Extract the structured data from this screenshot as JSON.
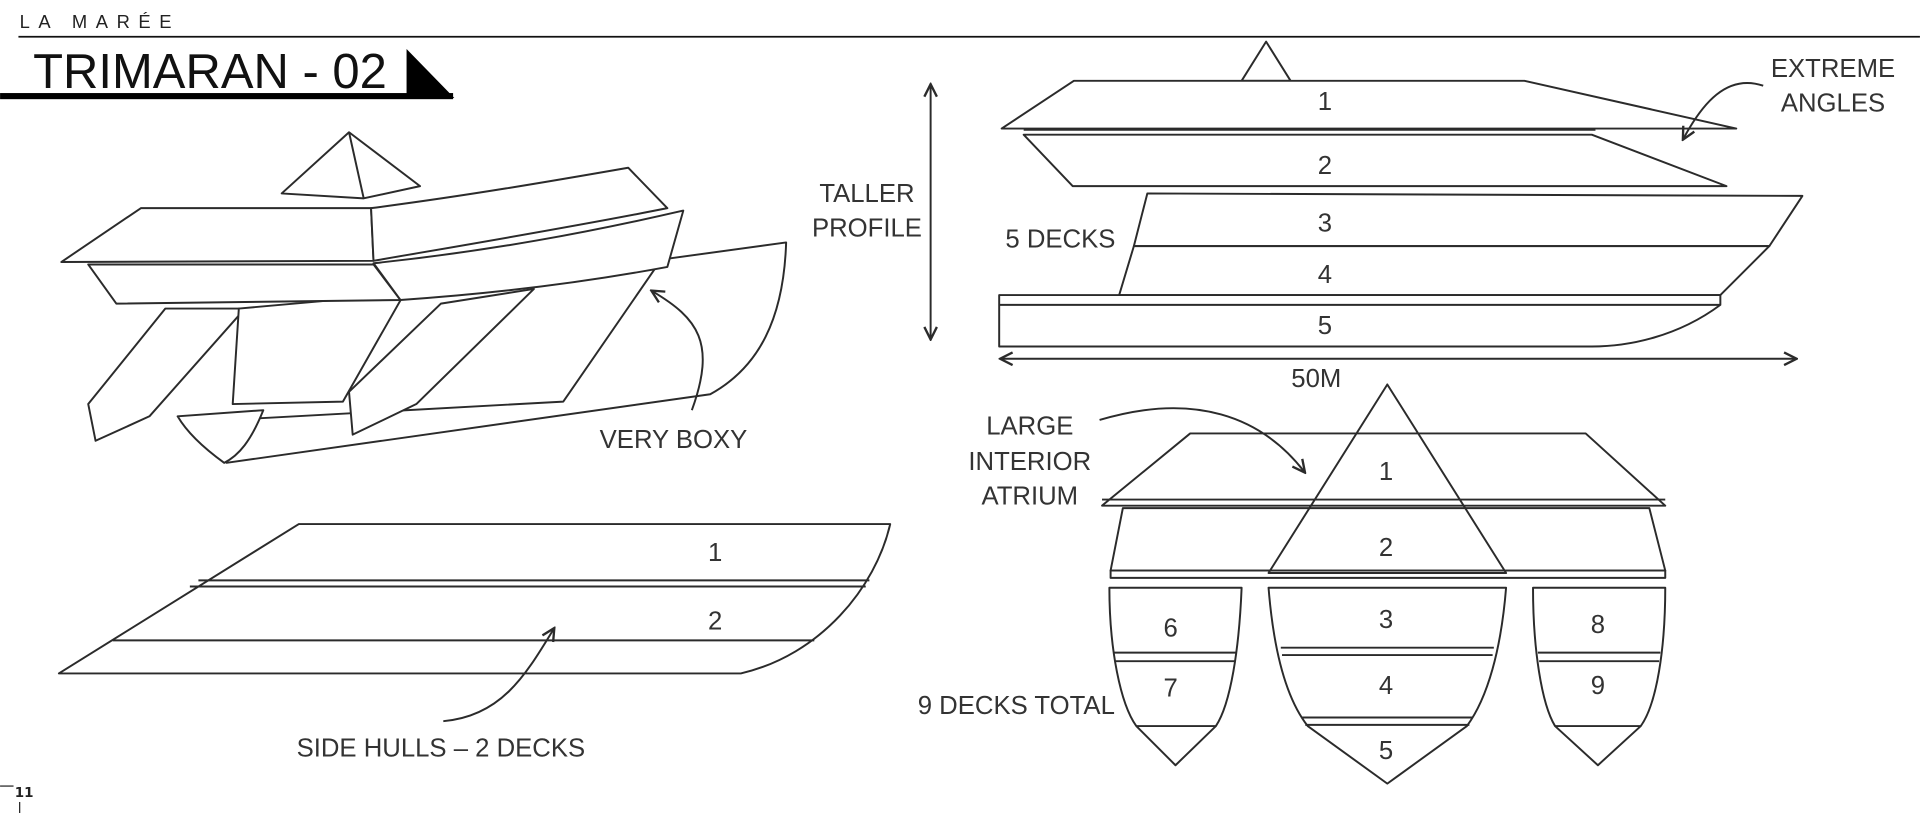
{
  "header": {
    "brand": "LA MARÉE",
    "title": "TRIMARAN - 02"
  },
  "side_profile": {
    "deck_numbers": [
      "1",
      "2",
      "3",
      "4",
      "5"
    ],
    "label_taller": [
      "TALLER",
      "PROFILE"
    ],
    "label_decks": "5 DECKS",
    "label_angles": [
      "EXTREME",
      "ANGLES"
    ],
    "length": "50M"
  },
  "front_view": {
    "center_decks": [
      "1",
      "2",
      "3",
      "4",
      "5"
    ],
    "left_hull_decks": [
      "6",
      "7"
    ],
    "right_hull_decks": [
      "8",
      "9"
    ],
    "label_atrium": [
      "LARGE",
      "INTERIOR",
      "ATRIUM"
    ],
    "label_total": "9 DECKS TOTAL"
  },
  "sketch": {
    "label": "VERY BOXY"
  },
  "side_hull": {
    "deck_numbers": [
      "1",
      "2"
    ],
    "label": "SIDE HULLS – 2 DECKS"
  },
  "footer": {
    "page_number": "11"
  }
}
